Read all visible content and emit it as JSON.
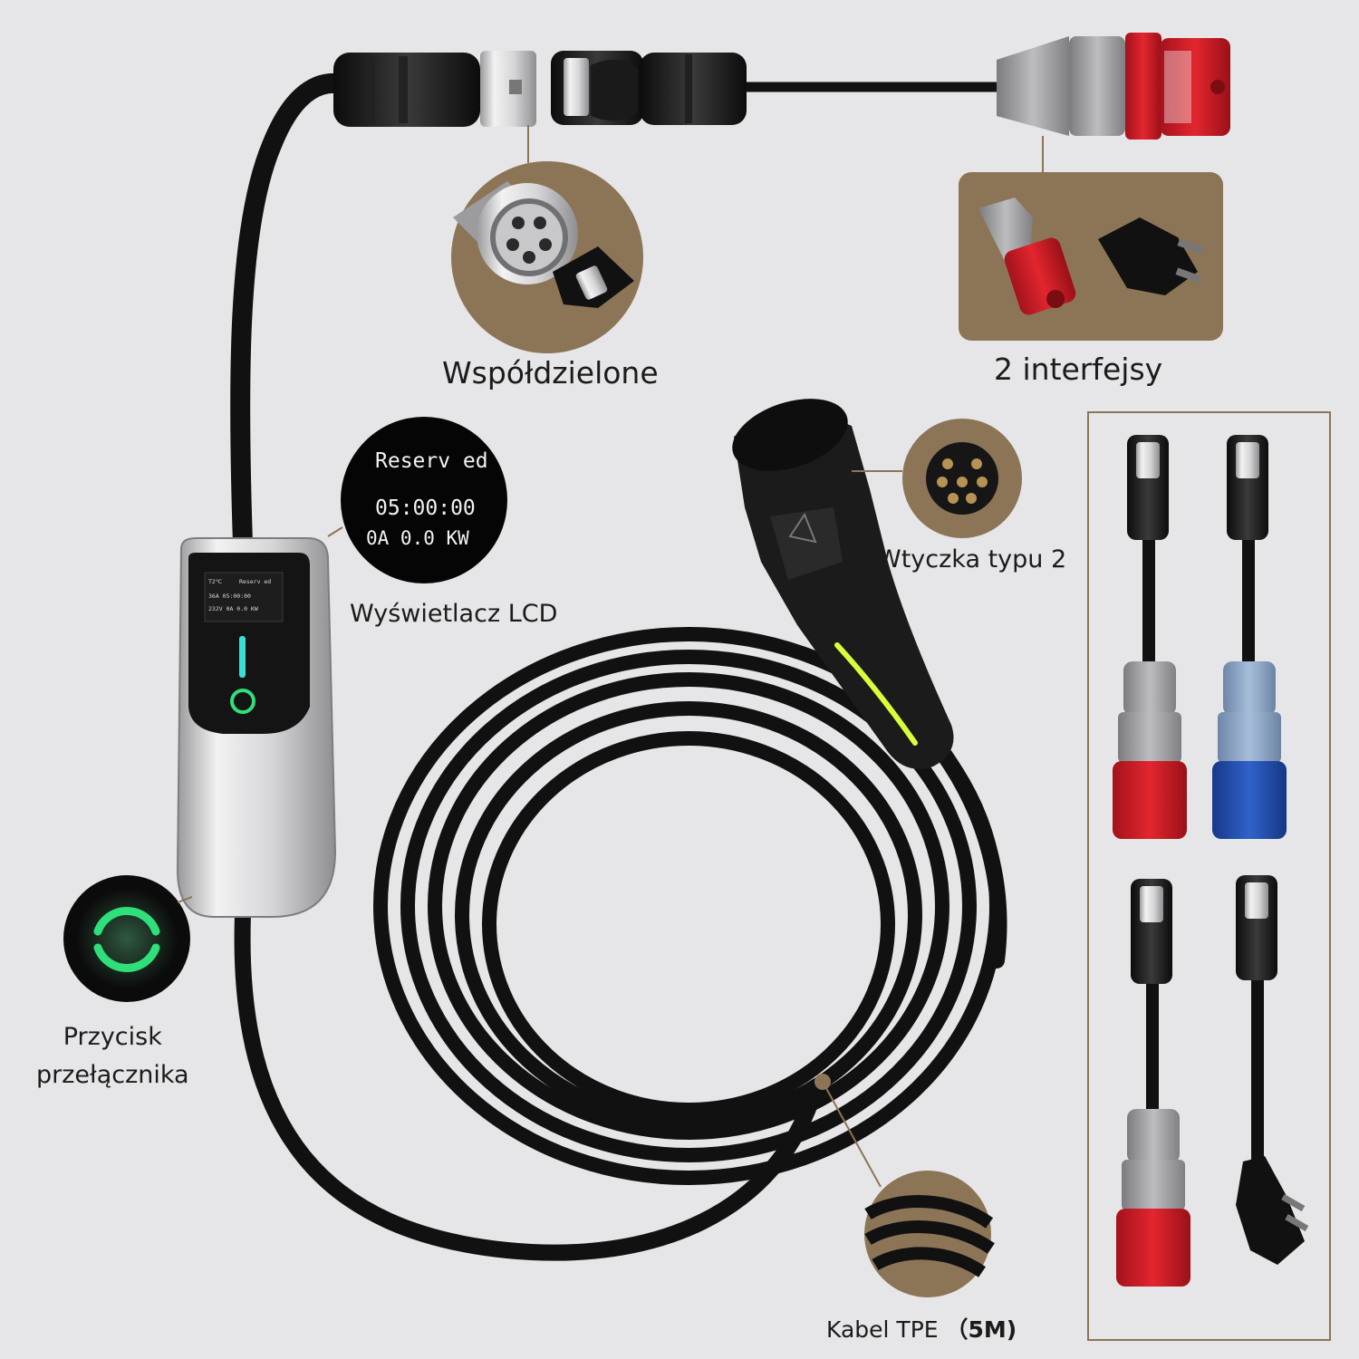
{
  "labels": {
    "shared": "Współdzielone",
    "interfaces": "2 interfejsy",
    "lcd": "Wyświetlacz LCD",
    "type2": "Wtyczka typu 2",
    "switch_line1": "Przycisk",
    "switch_line2": "przełącznika",
    "cable": "Kabel TPE",
    "cable_length": "（5M)"
  },
  "lcd_zoom": {
    "status": "Reserv ed",
    "time": "05:00:00",
    "readout": "0A  0.0   KW"
  },
  "lcd_mini": {
    "temp": "T2℃",
    "status": "Reserv ed",
    "line2": "36A   05:00:00",
    "line3": "232V  0A 0.0  KW"
  },
  "colors": {
    "background": "#e6e6e8",
    "accent_panel": "#8c7556",
    "led_green": "#2fe07a",
    "led_cyan": "#38e0d8",
    "plug_red": "#d8202c",
    "plug_blue": "#2456b8",
    "cable": "#111111"
  },
  "icons": [
    "power-toggle-icon",
    "warning-triangle-icon"
  ]
}
